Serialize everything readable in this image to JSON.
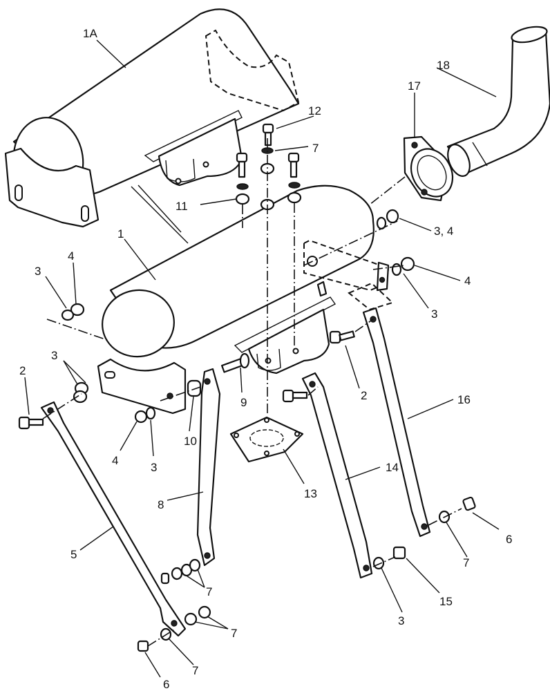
{
  "callouts": [
    {
      "id": "c-1a",
      "text": "1A"
    },
    {
      "id": "c-1",
      "text": "1"
    },
    {
      "id": "c-2a",
      "text": "2"
    },
    {
      "id": "c-2b",
      "text": "2"
    },
    {
      "id": "c-3a",
      "text": "3"
    },
    {
      "id": "c-3b",
      "text": "3"
    },
    {
      "id": "c-3c",
      "text": "3"
    },
    {
      "id": "c-3d",
      "text": "3"
    },
    {
      "id": "c-3e",
      "text": "3"
    },
    {
      "id": "c-34",
      "text": "3, 4"
    },
    {
      "id": "c-4a",
      "text": "4"
    },
    {
      "id": "c-4b",
      "text": "4"
    },
    {
      "id": "c-4c",
      "text": "4"
    },
    {
      "id": "c-5",
      "text": "5"
    },
    {
      "id": "c-6a",
      "text": "6"
    },
    {
      "id": "c-6b",
      "text": "6"
    },
    {
      "id": "c-7a",
      "text": "7"
    },
    {
      "id": "c-7b",
      "text": "7"
    },
    {
      "id": "c-7c",
      "text": "7"
    },
    {
      "id": "c-7d",
      "text": "7"
    },
    {
      "id": "c-7e",
      "text": "7"
    },
    {
      "id": "c-8",
      "text": "8"
    },
    {
      "id": "c-9",
      "text": "9"
    },
    {
      "id": "c-10",
      "text": "10"
    },
    {
      "id": "c-11",
      "text": "11"
    },
    {
      "id": "c-12",
      "text": "12"
    },
    {
      "id": "c-13",
      "text": "13"
    },
    {
      "id": "c-14",
      "text": "14"
    },
    {
      "id": "c-15",
      "text": "15"
    },
    {
      "id": "c-16",
      "text": "16"
    },
    {
      "id": "c-17",
      "text": "17"
    },
    {
      "id": "c-18",
      "text": "18"
    }
  ]
}
